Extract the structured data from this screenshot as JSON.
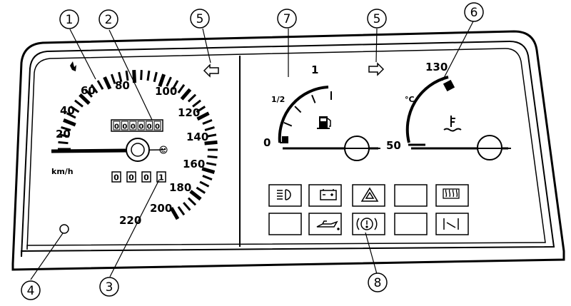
{
  "speedometer": {
    "scale_labels": [
      "20",
      "40",
      "60",
      "80",
      "100",
      "120",
      "140",
      "160",
      "180",
      "200",
      "220"
    ],
    "unit": "km/h",
    "odometer_digits": [
      "0",
      "0",
      "0",
      "0",
      "0",
      "0"
    ],
    "trip_digits": [
      "0",
      "0",
      "0",
      "1"
    ]
  },
  "fuel_gauge": {
    "labels": {
      "empty": "0",
      "half": "1/2",
      "full": "1"
    },
    "icon": "fuel-pump-icon"
  },
  "temp_gauge": {
    "labels": {
      "low": "50",
      "high": "130",
      "unit": "°C"
    },
    "icon": "coolant-temp-icon"
  },
  "warning_lights": {
    "row1": [
      "headlight-icon",
      "battery-icon",
      "hazard-icon",
      "blank",
      "rear-defrost-icon"
    ],
    "row2": [
      "blank",
      "oil-can-icon",
      "brake-icon",
      "blank",
      "choke-icon"
    ]
  },
  "callouts": [
    "1",
    "2",
    "3",
    "4",
    "5",
    "5",
    "6",
    "7",
    "8"
  ],
  "colors": {
    "ink": "#000000",
    "paper": "#ffffff"
  }
}
